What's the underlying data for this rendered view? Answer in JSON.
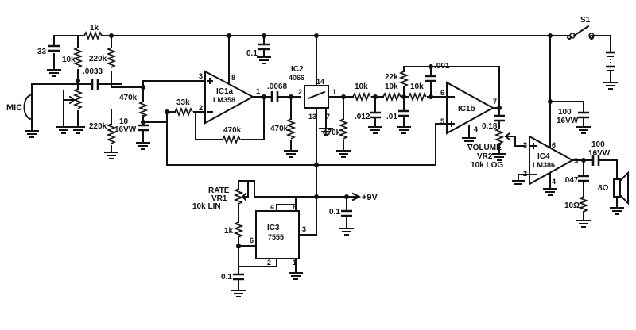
{
  "labels": {
    "mic": "MIC",
    "c_33": "33",
    "r_10k_bias": "10k",
    "r_1k": "1k",
    "c_0033": ".0033",
    "r_220k_top": "220k",
    "r_220k_bot": "220k",
    "c_0p1_top": "0.1",
    "r_470k_a": "470k",
    "c_10_16vw": "10",
    "c_10_16vw_b": "16VW",
    "r_33k": "33k",
    "r_470k_fb": "470k",
    "ic1a_name": "IC1a",
    "ic1a_part": "LM358",
    "pin_3a": "3",
    "pin_2a": "2",
    "pin_8a": "8",
    "pin_1a": "1",
    "c_0068": ".0068",
    "ic2_name": "IC2",
    "ic2_part": "4066",
    "pin_14": "14",
    "pin_2b": "2",
    "pin_1b": "1",
    "pin_13": "13",
    "pin_7": "7",
    "r_470k_b": "470k",
    "r_470k_c": "470k",
    "r_10k_1": "10k",
    "r_10k_2": "10k",
    "r_10k_3": "10k",
    "c_012": ".012",
    "c_01": ".01",
    "r_22k": "22k",
    "c_001": ".001",
    "ic1b_name": "IC1b",
    "pin_6": "6",
    "pin_5": "5",
    "pin_7b": "7",
    "pin_4b": "4",
    "c_018": "0.18",
    "volume_1": "VOLUME",
    "volume_2": "VR2",
    "volume_3": "10k LOG",
    "s1": "S1",
    "c_100a": "100",
    "c_100a_b": "16VW",
    "ic4_name": "IC4",
    "ic4_part": "LM386",
    "pin_3c": "3",
    "pin_2c": "2",
    "pin_6c": "6",
    "pin_4c": "4",
    "pin_5c": "5",
    "c_100b": "100",
    "c_100b_b": "16VW",
    "c_047": ".047",
    "r_10ohm": "10Ω",
    "spk": "8Ω",
    "rate_1": "RATE",
    "rate_2": "VR1",
    "rate_3": "10k LIN",
    "r_1k_b": "1k",
    "ic3_name": "IC3",
    "ic3_part": "7555",
    "pin_4d": "4",
    "pin_8d": "8",
    "pin_3d": "3",
    "pin_6d": "6",
    "pin_2d": "2",
    "pin_1d": "1",
    "supply": "+9V",
    "c_0p1_mid": "0.1",
    "c_0p1_bot": "0.1"
  }
}
